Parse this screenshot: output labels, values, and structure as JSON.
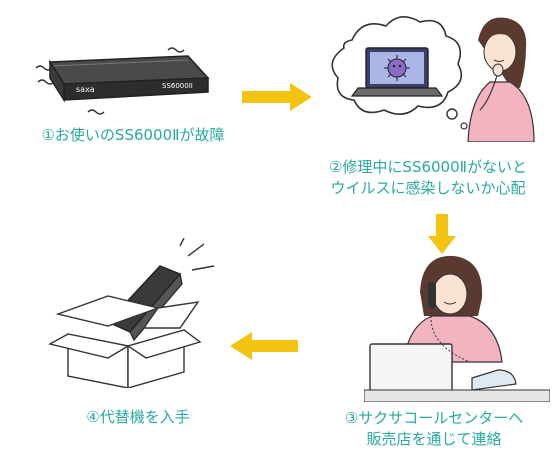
{
  "device": {
    "brand_label": "saxa",
    "model_label": "SS6000II"
  },
  "steps": [
    {
      "label": "①お使いのSS6000Ⅱが故障"
    },
    {
      "label_lines": [
        "②修理中にSS6000Ⅱがないと",
        "ウイルスに感染しないか心配"
      ]
    },
    {
      "label_lines": [
        "③サクサコールセンターへ",
        "販売店を通じて連絡"
      ]
    },
    {
      "label": "④代替機を入手"
    }
  ],
  "colors": {
    "label_teal": "#2aa9a0",
    "arrow_yellow": "#f2c311",
    "skin": "#fbe3d3",
    "pink_blouse": "#f2b4c1",
    "hair": "#5a3a2e"
  }
}
